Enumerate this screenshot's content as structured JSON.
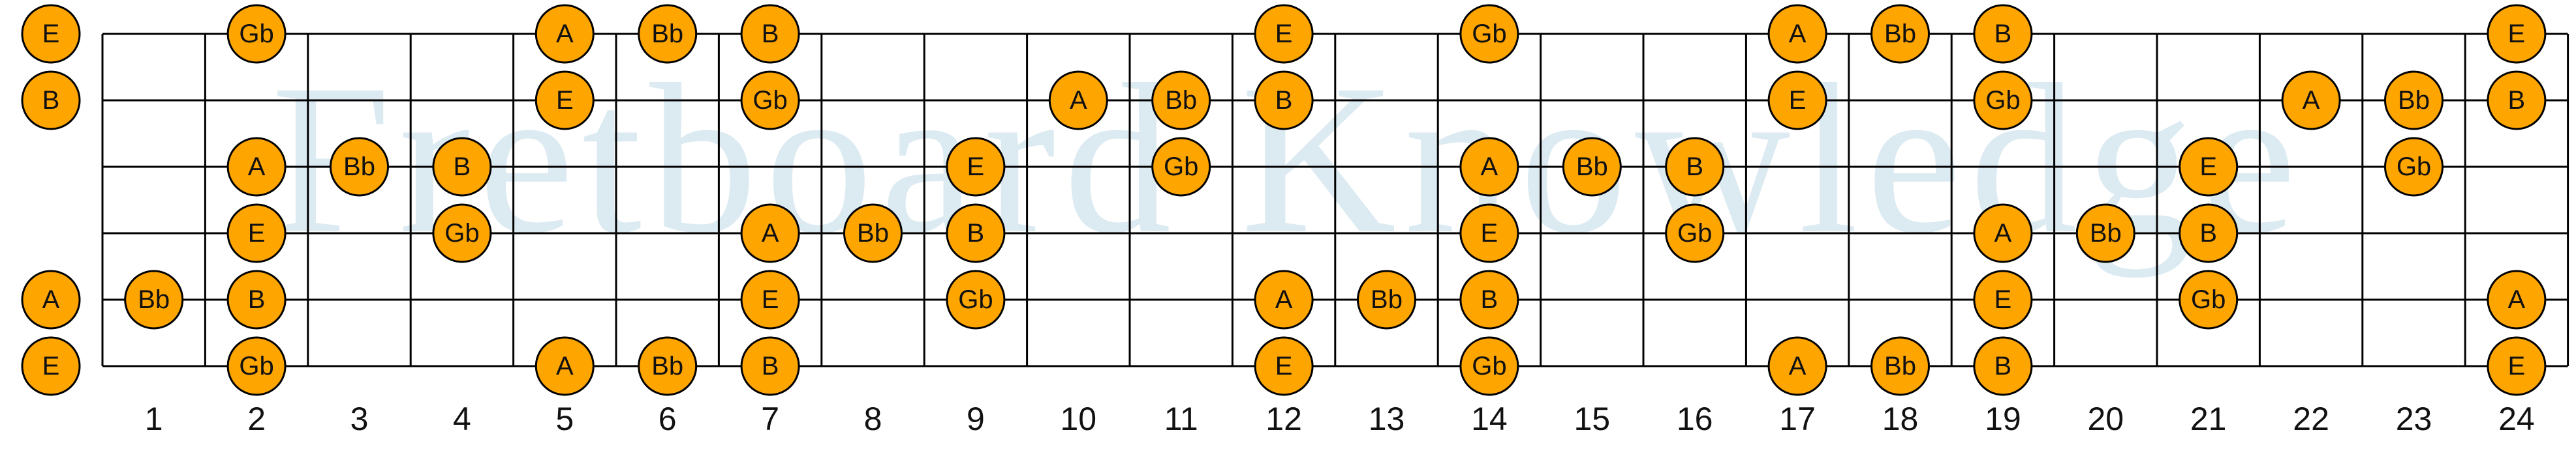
{
  "watermark": "Fretboard Knowledge",
  "colors": {
    "background": "#ffffff",
    "line": "#000000",
    "marker_fill": "#ffa500",
    "marker_stroke": "#000000",
    "watermark": "#dceaf2",
    "label_text": "#111111"
  },
  "fret_count": 24,
  "fret_numbers": [
    "1",
    "2",
    "3",
    "4",
    "5",
    "6",
    "7",
    "8",
    "9",
    "10",
    "11",
    "12",
    "13",
    "14",
    "15",
    "16",
    "17",
    "18",
    "19",
    "20",
    "21",
    "22",
    "23",
    "24"
  ],
  "strings": [
    {
      "notes": [
        {
          "fret": 0,
          "label": "E"
        },
        {
          "fret": 2,
          "label": "Gb"
        },
        {
          "fret": 5,
          "label": "A"
        },
        {
          "fret": 6,
          "label": "Bb"
        },
        {
          "fret": 7,
          "label": "B"
        },
        {
          "fret": 12,
          "label": "E"
        },
        {
          "fret": 14,
          "label": "Gb"
        },
        {
          "fret": 17,
          "label": "A"
        },
        {
          "fret": 18,
          "label": "Bb"
        },
        {
          "fret": 19,
          "label": "B"
        },
        {
          "fret": 24,
          "label": "E"
        }
      ]
    },
    {
      "notes": [
        {
          "fret": 0,
          "label": "B"
        },
        {
          "fret": 5,
          "label": "E"
        },
        {
          "fret": 7,
          "label": "Gb"
        },
        {
          "fret": 10,
          "label": "A"
        },
        {
          "fret": 11,
          "label": "Bb"
        },
        {
          "fret": 12,
          "label": "B"
        },
        {
          "fret": 17,
          "label": "E"
        },
        {
          "fret": 19,
          "label": "Gb"
        },
        {
          "fret": 22,
          "label": "A"
        },
        {
          "fret": 23,
          "label": "Bb"
        },
        {
          "fret": 24,
          "label": "B"
        }
      ]
    },
    {
      "notes": [
        {
          "fret": 2,
          "label": "A"
        },
        {
          "fret": 3,
          "label": "Bb"
        },
        {
          "fret": 4,
          "label": "B"
        },
        {
          "fret": 9,
          "label": "E"
        },
        {
          "fret": 11,
          "label": "Gb"
        },
        {
          "fret": 14,
          "label": "A"
        },
        {
          "fret": 15,
          "label": "Bb"
        },
        {
          "fret": 16,
          "label": "B"
        },
        {
          "fret": 21,
          "label": "E"
        },
        {
          "fret": 23,
          "label": "Gb"
        }
      ]
    },
    {
      "notes": [
        {
          "fret": 2,
          "label": "E"
        },
        {
          "fret": 4,
          "label": "Gb"
        },
        {
          "fret": 7,
          "label": "A"
        },
        {
          "fret": 8,
          "label": "Bb"
        },
        {
          "fret": 9,
          "label": "B"
        },
        {
          "fret": 14,
          "label": "E"
        },
        {
          "fret": 16,
          "label": "Gb"
        },
        {
          "fret": 19,
          "label": "A"
        },
        {
          "fret": 20,
          "label": "Bb"
        },
        {
          "fret": 21,
          "label": "B"
        }
      ]
    },
    {
      "notes": [
        {
          "fret": 0,
          "label": "A"
        },
        {
          "fret": 1,
          "label": "Bb"
        },
        {
          "fret": 2,
          "label": "B"
        },
        {
          "fret": 7,
          "label": "E"
        },
        {
          "fret": 9,
          "label": "Gb"
        },
        {
          "fret": 12,
          "label": "A"
        },
        {
          "fret": 13,
          "label": "Bb"
        },
        {
          "fret": 14,
          "label": "B"
        },
        {
          "fret": 19,
          "label": "E"
        },
        {
          "fret": 21,
          "label": "Gb"
        },
        {
          "fret": 24,
          "label": "A"
        }
      ]
    },
    {
      "notes": [
        {
          "fret": 0,
          "label": "E"
        },
        {
          "fret": 2,
          "label": "Gb"
        },
        {
          "fret": 5,
          "label": "A"
        },
        {
          "fret": 6,
          "label": "Bb"
        },
        {
          "fret": 7,
          "label": "B"
        },
        {
          "fret": 12,
          "label": "E"
        },
        {
          "fret": 14,
          "label": "Gb"
        },
        {
          "fret": 17,
          "label": "A"
        },
        {
          "fret": 18,
          "label": "Bb"
        },
        {
          "fret": 19,
          "label": "B"
        },
        {
          "fret": 24,
          "label": "E"
        }
      ]
    }
  ]
}
